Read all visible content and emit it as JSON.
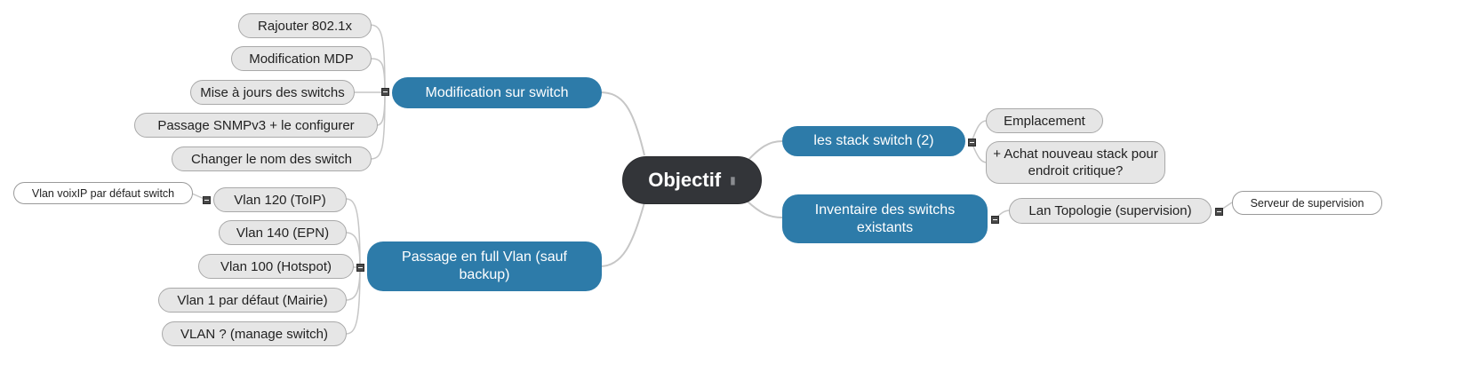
{
  "root": {
    "label": "Objectif"
  },
  "branches": {
    "switch_changes": {
      "label": "Modification sur switch",
      "children": [
        "Rajouter 802.1x",
        "Modification MDP",
        "Mise à jours des switchs",
        "Passage SNMPv3 + le configurer",
        "Changer le nom des switch"
      ]
    },
    "full_vlan": {
      "label": "Passage en full Vlan (sauf\nbackup)",
      "children": [
        "Vlan 120 (ToIP)",
        "Vlan 140 (EPN)",
        "Vlan 100 (Hotspot)",
        "Vlan 1 par défaut (Mairie)",
        "VLAN ? (manage switch)"
      ],
      "voip_note": "Vlan voixIP par défaut switch"
    },
    "stack": {
      "label": "les stack switch (2)",
      "children": [
        "Emplacement",
        "+ Achat nouveau stack pour\nendroit critique?"
      ]
    },
    "inventory": {
      "label": "Inventaire des switchs\nexistants",
      "children": [
        "Lan Topologie (supervision)"
      ],
      "supervision_note": "Serveur de supervision"
    }
  }
}
